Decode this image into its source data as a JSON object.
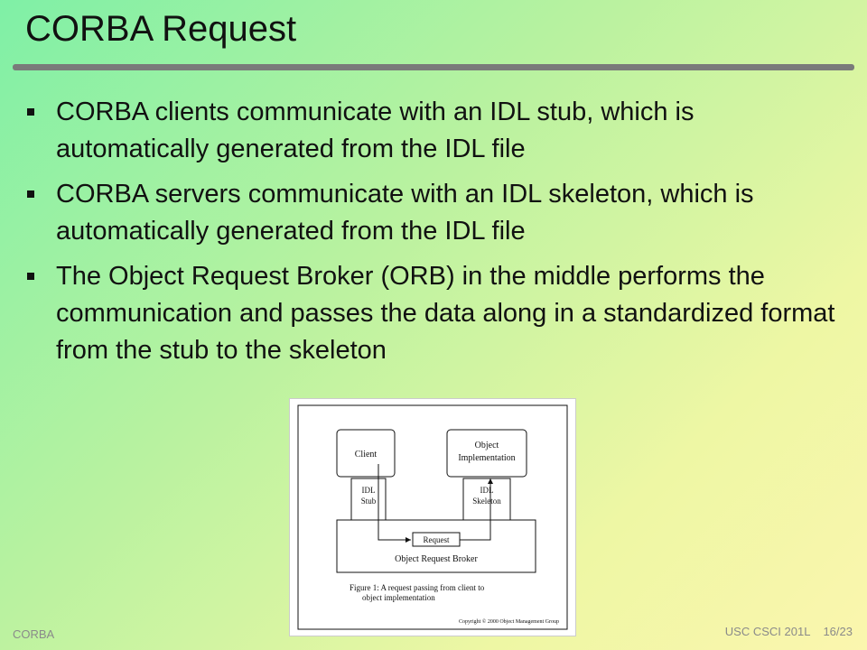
{
  "slide": {
    "title": "CORBA Request",
    "bullets": [
      "CORBA clients communicate with an IDL stub, which is automatically generated from the IDL file",
      "CORBA servers communicate with an IDL skeleton, which is automatically generated from the IDL file",
      "The Object Request Broker (ORB) in the middle performs the communication and passes the data along in a standardized format from the stub to the skeleton"
    ]
  },
  "figure": {
    "client": "Client",
    "object_impl_line1": "Object",
    "object_impl_line2": "Implementation",
    "idl_stub_line1": "IDL",
    "idl_stub_line2": "Stub",
    "idl_skeleton_line1": "IDL",
    "idl_skeleton_line2": "Skeleton",
    "request": "Request",
    "orb": "Object Request Broker",
    "caption_line1": "Figure 1: A request passing from client to",
    "caption_line2": "object implementation",
    "copyright": "Copyright © 2000 Object Management Group"
  },
  "footer": {
    "left": "CORBA",
    "course": "USC CSCI 201L",
    "page": "16/23"
  }
}
